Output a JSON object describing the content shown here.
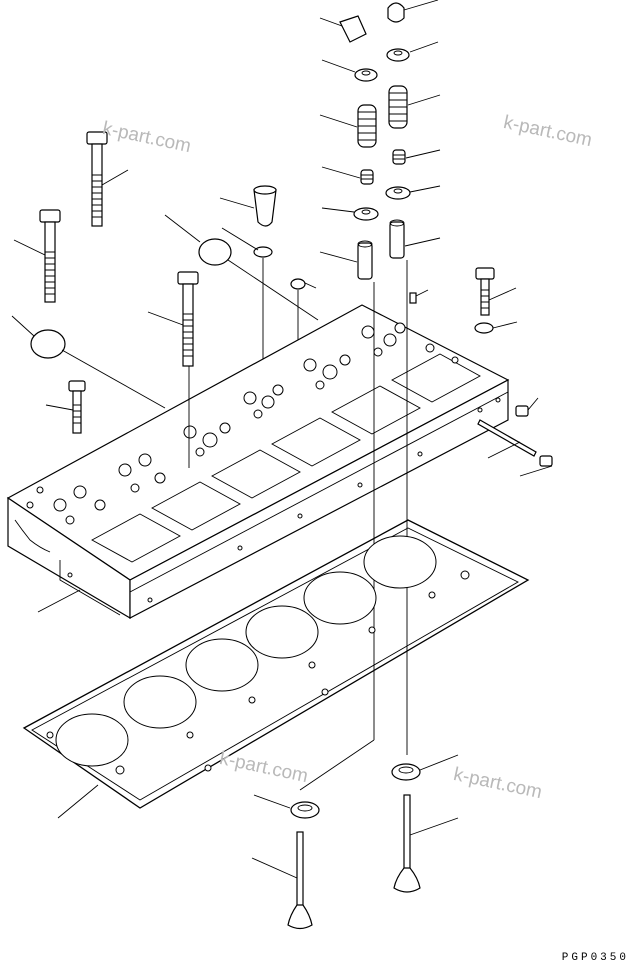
{
  "diagram": {
    "drawing_code": "PGP0350",
    "watermarks": [
      "k-part.com",
      "k-part.com",
      "k-part.com",
      "k-part.com"
    ],
    "components": [
      "cylinder-head-bolt",
      "cylinder-head",
      "cylinder-head-gasket",
      "intake-valve",
      "exhaust-valve",
      "valve-stem-seal",
      "valve-spring",
      "valve-spring-retainer",
      "valve-cotter",
      "valve-guide",
      "expansion-plug",
      "nozzle-sleeve",
      "stud-bolt",
      "tube",
      "plug"
    ]
  }
}
